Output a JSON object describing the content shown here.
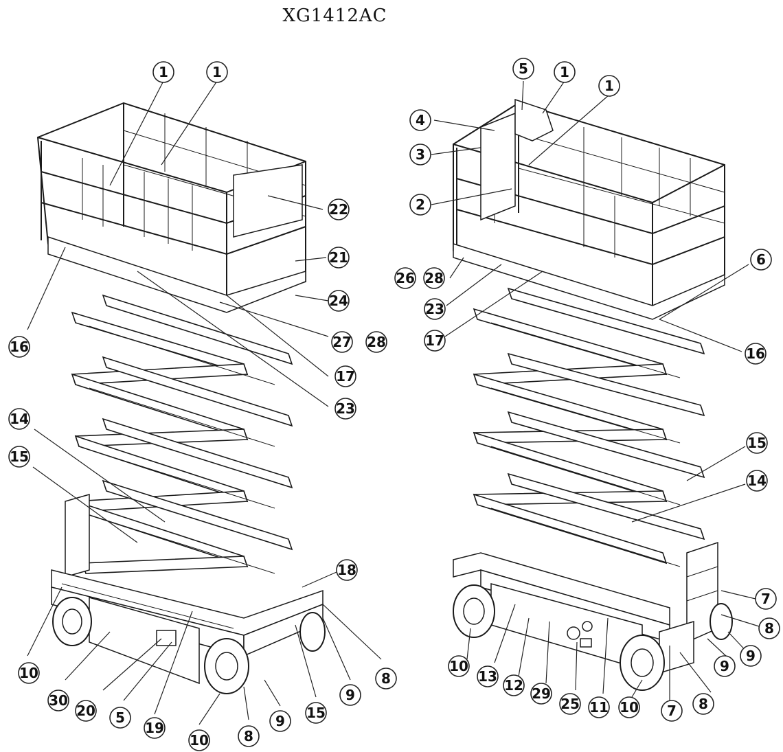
{
  "title": "XG1412AC",
  "callouts_left": [
    "1",
    "1",
    "22",
    "21",
    "24",
    "16",
    "27",
    "28",
    "17",
    "23",
    "14",
    "15",
    "18",
    "10",
    "30",
    "20",
    "5",
    "19",
    "10",
    "8",
    "9",
    "15",
    "9",
    "8"
  ],
  "callouts_right": [
    "5",
    "1",
    "1",
    "4",
    "3",
    "2",
    "26",
    "28",
    "23",
    "17",
    "6",
    "16",
    "15",
    "14",
    "7",
    "8",
    "9",
    "10",
    "13",
    "12",
    "29",
    "25",
    "11",
    "10",
    "7",
    "8",
    "9"
  ]
}
